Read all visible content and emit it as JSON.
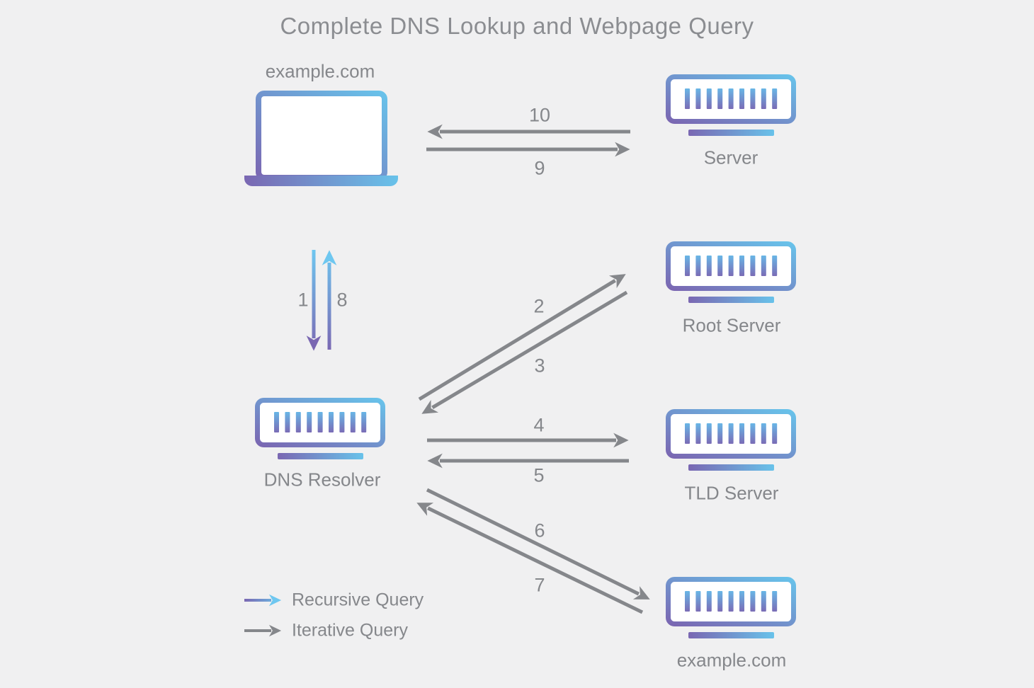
{
  "title": "Complete DNS Lookup and Webpage Query",
  "nodes": {
    "client": {
      "label": "example.com",
      "icon": "laptop-icon"
    },
    "dns_resolver": {
      "label": "DNS Resolver",
      "icon": "server-rack-icon"
    },
    "web_server": {
      "label": "Server",
      "icon": "server-rack-icon"
    },
    "root_server": {
      "label": "Root Server",
      "icon": "server-rack-icon"
    },
    "tld_server": {
      "label": "TLD Server",
      "icon": "server-rack-icon"
    },
    "authoritative_server": {
      "label": "example.com",
      "icon": "server-rack-icon"
    }
  },
  "steps": {
    "s1": "1",
    "s2": "2",
    "s3": "3",
    "s4": "4",
    "s5": "5",
    "s6": "6",
    "s7": "7",
    "s8": "8",
    "s9": "9",
    "s10": "10"
  },
  "legend": {
    "recursive": "Recursive Query",
    "iterative": "Iterative Query"
  },
  "colors": {
    "background": "#f0f0f1",
    "text_gray": "#85878b",
    "title_gray": "#8b8d91",
    "arrow_gray": "#85878b",
    "gradient_purple": "#7a67b2",
    "gradient_blue": "#68c2ea"
  }
}
